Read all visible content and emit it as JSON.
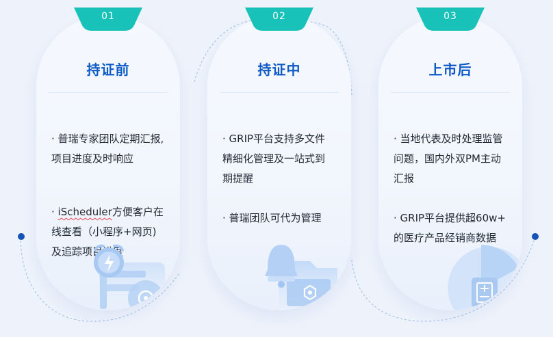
{
  "steps": [
    {
      "number": "01",
      "title": "持证前",
      "points": [
        "· 普瑞专家团队定期汇报,\n项目进度及时响应",
        "· iScheduler方便客户在\n线查看（小程序+网页)\n及追踪项目进度"
      ],
      "icon": "alarm-clock-icon"
    },
    {
      "number": "02",
      "title": "持证中",
      "points": [
        "· GRIP平台支持多文件\n精细化管理及一站式到\n期提醒",
        "· 普瑞团队可代为管理"
      ],
      "icon": "bell-folder-icon"
    },
    {
      "number": "03",
      "title": "上市后",
      "points": [
        "· 当地代表及时处理监管\n问题，国内外双PM主动\n汇报",
        "· GRIP平台提供超60w+\n的医疗产品经销商数据"
      ],
      "icon": "pie-document-icon"
    }
  ],
  "colors": {
    "tab": "#19c2b8",
    "title": "#0d5ac7",
    "connector": "#a9c4e8",
    "dot": "#1553b8",
    "illustration": "#bcd6f6"
  }
}
